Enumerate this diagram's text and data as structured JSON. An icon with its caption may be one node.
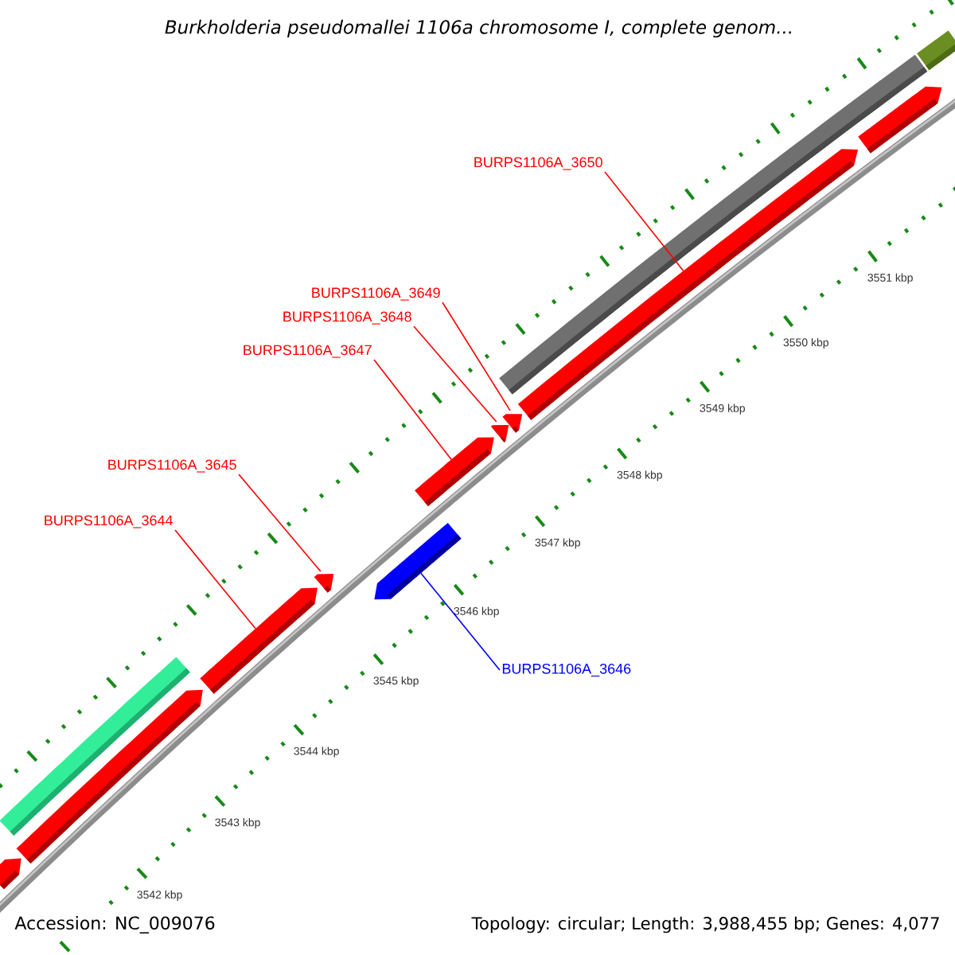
{
  "diagram": {
    "title": "Burkholderia pseudomallei 1106a chromosome I, complete genom...",
    "nodes": [
      {
        "text": [
          "BURPS1106A_3650"
        ]
      },
      {
        "text": [
          "BURPS1106A_3649"
        ]
      },
      {
        "text": [
          "BURPS1106A_3648"
        ]
      },
      {
        "text": [
          "BURPS1106A_3647"
        ]
      },
      {
        "text": [
          "BURPS1106A_3645"
        ]
      },
      {
        "text": [
          "BURPS1106A_3644"
        ]
      },
      {
        "text": [
          "BURPS1106A_3646"
        ]
      },
      {
        "text": [],
        "shape": "arrow"
      },
      {
        "text": [],
        "shape": "arrow"
      },
      {
        "text": [],
        "shape": "arrow"
      },
      {
        "text": [],
        "shape": "arrow"
      },
      {
        "text": [],
        "shape": "arrow"
      },
      {
        "text": [],
        "shape": "arrow"
      },
      {
        "text": [],
        "shape": "arrow"
      },
      {
        "text": [],
        "shape": "bar"
      },
      {
        "text": [],
        "shape": "bar"
      },
      {
        "text": [],
        "shape": "arrow"
      },
      {
        "text": [],
        "shape": "bar"
      },
      {
        "text": [],
        "shape": "arrow"
      },
      {
        "text": [],
        "shape": "arrow"
      }
    ],
    "edges": [
      {
        "from": 0,
        "to": 7,
        "arrow": "none"
      },
      {
        "from": 1,
        "to": 9,
        "arrow": "none"
      },
      {
        "from": 2,
        "to": 8,
        "arrow": "none"
      },
      {
        "from": 3,
        "to": 10,
        "arrow": "none"
      },
      {
        "from": 4,
        "to": 11,
        "arrow": "none"
      },
      {
        "from": 5,
        "to": 12,
        "arrow": "none"
      },
      {
        "from": 6,
        "to": 13,
        "arrow": "none",
        "color": "#0000ff"
      }
    ],
    "labels": [
      "3551 kbp",
      "3550 kbp",
      "3549 kbp",
      "3548 kbp",
      "3547 kbp",
      "3546 kbp",
      "3545 kbp",
      "3544 kbp",
      "3543 kbp",
      "3542 kbp",
      "Accession: NC_009076",
      "Topology: circular; Length: 3,988,455 bp; Genes: 4,077"
    ]
  }
}
